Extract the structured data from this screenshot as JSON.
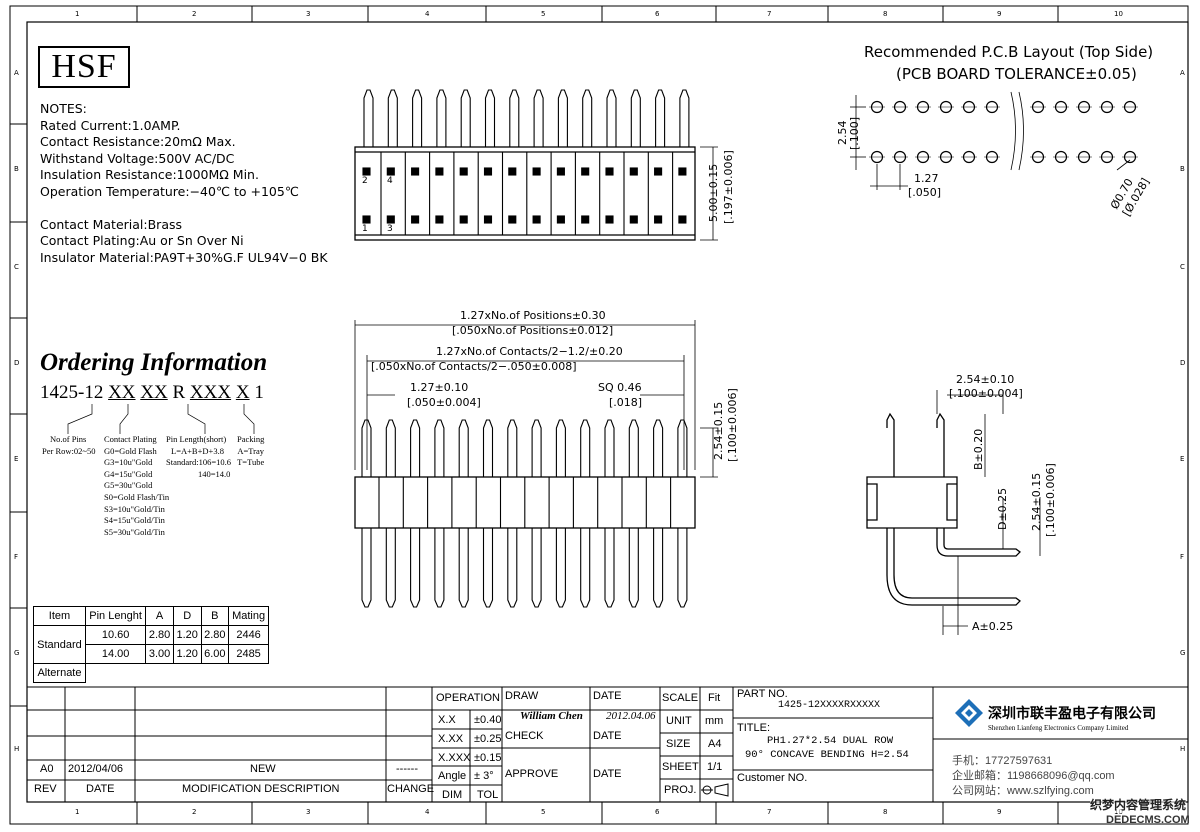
{
  "frame": {
    "col_numbers": [
      "1",
      "2",
      "3",
      "4",
      "5",
      "6",
      "7",
      "8",
      "9",
      "10"
    ],
    "row_letters": [
      "A",
      "B",
      "C",
      "D",
      "E",
      "F",
      "G",
      "H"
    ]
  },
  "logo": "HSF",
  "notes": {
    "heading": "NOTES:",
    "lines": [
      "Rated Current:1.0AMP.",
      "Contact Resistance:20mΩ Max.",
      "Withstand Voltage:500V AC/DC",
      "Insulation Resistance:1000MΩ Min.",
      "Operation Temperature:−40℃ to +105℃",
      "",
      "Contact Material:Brass",
      "Contact Plating:Au or Sn Over Ni",
      "Insulator Material:PA9T+30%G.F UL94V−0 BK"
    ]
  },
  "ordering": {
    "title": "Ordering Information",
    "code_prefix": "1425-12 ",
    "code_parts": [
      "XX",
      "XX",
      "R",
      "XXX",
      "X",
      "1"
    ],
    "no_of_pins": [
      "No.of Pins",
      "Per Row:02~50"
    ],
    "contact_plating": [
      "Contact Plating",
      "G0=Gold Flash",
      "G3=10u\"Gold",
      "G4=15u\"Gold",
      "G5=30u\"Gold",
      "S0=Gold Flash/Tin",
      "S3=10u\"Gold/Tin",
      "S4=15u\"Gold/Tin",
      "S5=30u\"Gold/Tin"
    ],
    "pin_length": [
      "Pin Length(short)",
      "L=A+B+D+3.8",
      "Standard:106=10.6",
      "140=14.0"
    ],
    "packing": [
      "Packing",
      "A=Tray",
      "T=Tube"
    ]
  },
  "dims_table": {
    "headers": [
      "Item",
      "Pin Lenght",
      "A",
      "D",
      "B",
      "Mating"
    ],
    "standard_label": "Standard",
    "alternate_label": "Alternate",
    "rows": [
      [
        "10.60",
        "2.80",
        "1.20",
        "2.80",
        "2446"
      ],
      [
        "14.00",
        "3.00",
        "1.20",
        "6.00",
        "2485"
      ]
    ]
  },
  "pcb": {
    "title1": "Recommended P.C.B Layout (Top Side)",
    "title2": "(PCB BOARD TOLERANCE±0.05)",
    "pitch_v": "2.54",
    "pitch_v_in": "[.100]",
    "pitch_h": "1.27",
    "pitch_h_in": "[.050]",
    "hole": "Ø0.70",
    "hole_in": "[Ø.028]"
  },
  "top_view": {
    "height": "5.00±0.15",
    "height_in": "[.197±0.006]",
    "pins": [
      "2",
      "4",
      "1",
      "3"
    ]
  },
  "front_view": {
    "dim1": "1.27xNo.of Positions±0.30",
    "dim1_in": "[.050xNo.of Positions±0.012]",
    "dim2": "1.27xNo.of Contacts/2−1.2/±0.20",
    "dim2_in": "[.050xNo.of Contacts/2−.050±0.008]",
    "dim3": "1.27±0.10",
    "dim3_in": "[.050±0.004]",
    "dim4": "SQ 0.46",
    "dim4_in": "[.018]",
    "dim5": "2.54±0.15",
    "dim5_in": "[.100±0.006]"
  },
  "side_view": {
    "dim_top": "2.54±0.10",
    "dim_top_in": "[.100±0.004]",
    "b": "B±0.20",
    "d": "D±0.25",
    "side": "2.54±0.15",
    "side_in": "[.100±0.006]",
    "a": "A±0.25"
  },
  "title_block": {
    "rev_hdr": "REV",
    "date_hdr": "DATE",
    "desc_hdr": "MODIFICATION DESCRIPTION",
    "change_hdr": "CHANGE",
    "rev_val": "A0",
    "date_val": "2012/04/06",
    "desc_val": "NEW",
    "change_val": "------",
    "operation": "OPERATION",
    "tol_rows": [
      [
        "X.X",
        "±0.40"
      ],
      [
        "X.XX",
        "±0.25"
      ],
      [
        "X.XXX",
        "±0.15"
      ],
      [
        "Angle",
        "± 3°"
      ]
    ],
    "dim": "DIM",
    "tol": "TOL",
    "draw": "DRAW",
    "drawer": "William Chen",
    "check": "CHECK",
    "approve": "APPROVE",
    "date": "DATE",
    "date_draw": "2012.04.06",
    "scale": "SCALE",
    "fit": "Fit",
    "unit": "UNIT",
    "mm": "mm",
    "size": "SIZE",
    "a4": "A4",
    "sheet": "SHEET",
    "sheet_val": "1/1",
    "proj": "PROJ.",
    "part_no_label": "PART NO.",
    "part_no": "1425-12XXXXRXXXXX",
    "title_label": "TITLE:",
    "title1": "PH1.27*2.54 DUAL ROW",
    "title2": "90° CONCAVE BENDING H=2.54",
    "customer": "Customer NO.",
    "company": "深圳市联丰盈电子有限公司",
    "company_en": "Shenzhen Lianfeng Electronics Company Limited",
    "phone": "手机：17727597631",
    "email": "企业邮箱：1198668096@qq.com",
    "web": "公司网站：www.szlfying.com"
  },
  "watermark": {
    "line1": "织梦内容管理系统",
    "line2": "DEDECMS.COM"
  }
}
